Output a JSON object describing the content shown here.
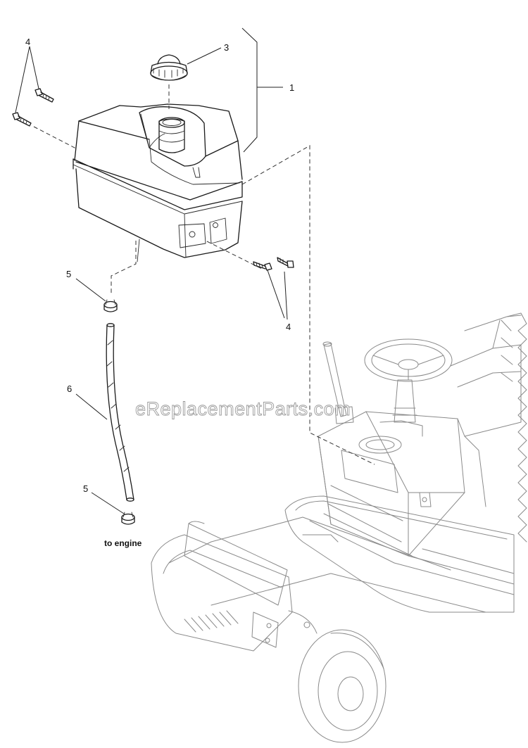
{
  "diagram": {
    "callouts": [
      {
        "id": "c1",
        "label": "1"
      },
      {
        "id": "c3",
        "label": "3"
      },
      {
        "id": "c4a",
        "label": "4"
      },
      {
        "id": "c4b",
        "label": "4"
      },
      {
        "id": "c5a",
        "label": "5"
      },
      {
        "id": "c5b",
        "label": "5"
      },
      {
        "id": "c6",
        "label": "6"
      }
    ],
    "note_to_engine": "to engine",
    "watermark": "eReplacementParts.com"
  }
}
